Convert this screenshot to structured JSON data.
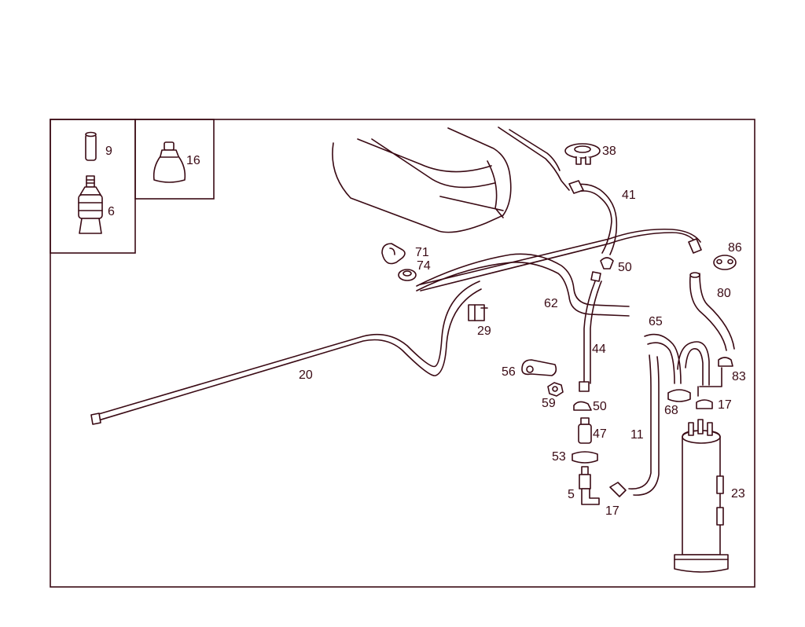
{
  "diagram": {
    "colors": {
      "line": "#3a0a14",
      "background": "#ffffff"
    },
    "inset_left": {
      "labels": [
        "9",
        "6"
      ]
    },
    "inset_mid": {
      "labels": [
        "16"
      ]
    },
    "parts": [
      {
        "id": "p38",
        "label": "38"
      },
      {
        "id": "p41",
        "label": "41"
      },
      {
        "id": "p71",
        "label": "71"
      },
      {
        "id": "p74",
        "label": "74"
      },
      {
        "id": "p50a",
        "label": "50"
      },
      {
        "id": "p86",
        "label": "86"
      },
      {
        "id": "p80",
        "label": "80"
      },
      {
        "id": "p62",
        "label": "62"
      },
      {
        "id": "p29",
        "label": "29"
      },
      {
        "id": "p65",
        "label": "65"
      },
      {
        "id": "p44",
        "label": "44"
      },
      {
        "id": "p20",
        "label": "20"
      },
      {
        "id": "p56",
        "label": "56"
      },
      {
        "id": "p83",
        "label": "83"
      },
      {
        "id": "p59",
        "label": "59"
      },
      {
        "id": "p50b",
        "label": "50"
      },
      {
        "id": "p68",
        "label": "68"
      },
      {
        "id": "p17a",
        "label": "17"
      },
      {
        "id": "p47",
        "label": "47"
      },
      {
        "id": "p11",
        "label": "11"
      },
      {
        "id": "p53",
        "label": "53"
      },
      {
        "id": "p23",
        "label": "23"
      },
      {
        "id": "p5",
        "label": "5"
      },
      {
        "id": "p17b",
        "label": "17"
      }
    ]
  }
}
